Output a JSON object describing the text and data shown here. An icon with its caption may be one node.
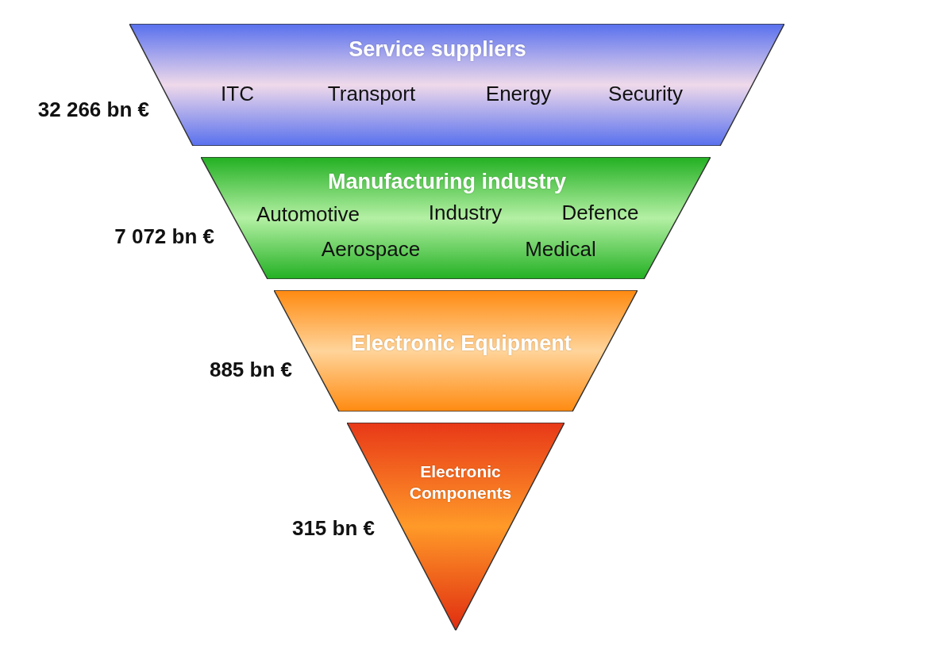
{
  "diagram": {
    "nodes": [
      {
        "text": [
          "Service suppliers",
          "ITC",
          "Transport",
          "Energy",
          "Security"
        ],
        "beside": [
          "32 266 bn €"
        ]
      },
      {
        "text": [
          "Manufacturing industry",
          "Automotive",
          "Industry",
          "Defence",
          "Aerospace",
          "Medical"
        ],
        "beside": [
          "7 072 bn €"
        ]
      },
      {
        "text": [
          "Electronic Equipment"
        ],
        "beside": [
          "885 bn €"
        ]
      },
      {
        "text": [
          "Electronic Components"
        ],
        "beside": [
          "315 bn €"
        ]
      }
    ]
  }
}
